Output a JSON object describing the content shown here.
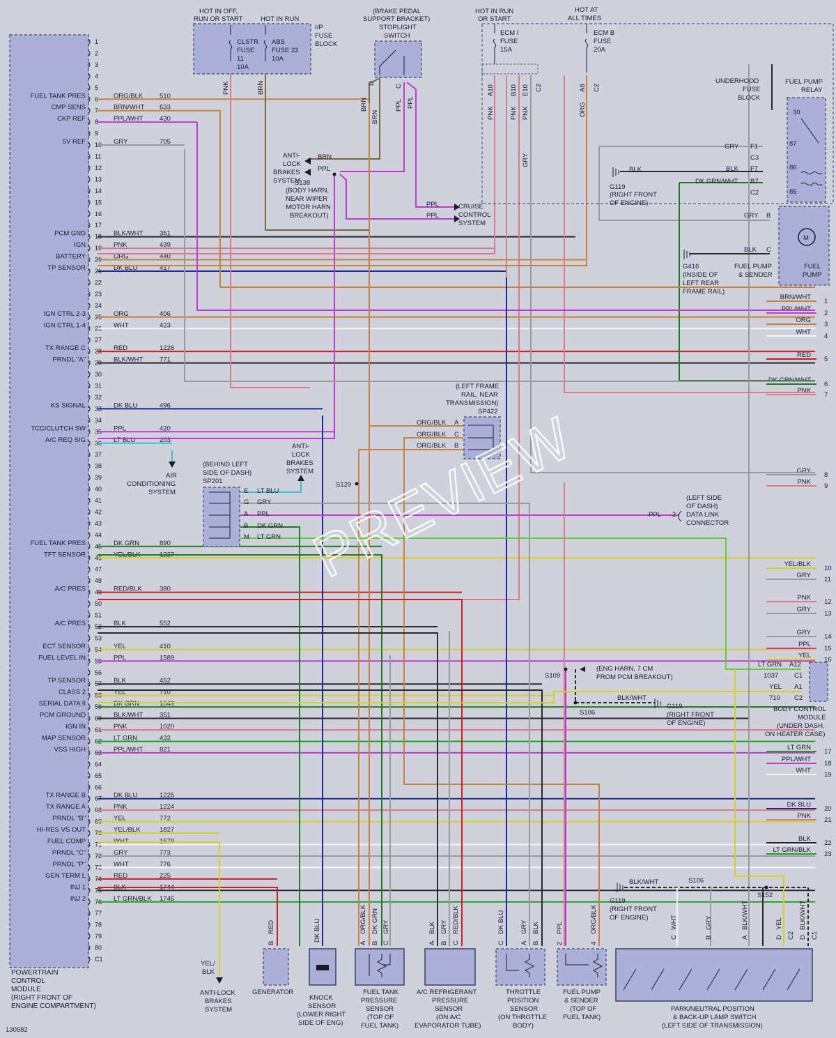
{
  "figure_id": "130582",
  "watermark": "PREVIEW",
  "colors": {
    "background": "#cfd1dc",
    "module_fill": "#aab0d8",
    "orange": "#c8823a",
    "brown": "#7a6a3a",
    "purple": "#c03ad0",
    "pink": "#d77a8a",
    "gray": "#9a9a9a",
    "black": "#2a2a2a",
    "dark_blue": "#1a2a8a",
    "light_blue": "#3ac0d0",
    "red": "#c82020",
    "yellow": "#d8d020",
    "green": "#20a020",
    "light_green": "#60d030",
    "dark_green": "#207a20",
    "white": "#f4f4f4"
  },
  "pcm": {
    "title_lines": [
      "POWERTRAIN",
      "CONTROL",
      "MODULE",
      "(RIGHT FRONT OF",
      "ENGINE COMPARTMENT)"
    ],
    "pin_numbers": [
      "1",
      "2",
      "3",
      "4",
      "5",
      "6",
      "7",
      "8",
      "9",
      "10",
      "11",
      "12",
      "13",
      "14",
      "15",
      "16",
      "17",
      "18",
      "19",
      "20",
      "21",
      "22",
      "23",
      "24",
      "25",
      "26",
      "27",
      "28",
      "29",
      "30",
      "31",
      "32",
      "33",
      "34",
      "35",
      "36",
      "37",
      "38",
      "39",
      "40",
      "41",
      "42",
      "43",
      "44",
      "45",
      "46",
      "47",
      "48",
      "49",
      "50",
      "51",
      "52",
      "53",
      "54",
      "55",
      "56",
      "57",
      "58",
      "59",
      "60",
      "61",
      "62",
      "63",
      "64",
      "65",
      "66",
      "67",
      "68",
      "69",
      "70",
      "71",
      "72",
      "73",
      "74",
      "75",
      "76",
      "77",
      "78",
      "79",
      "80",
      "C1"
    ],
    "pin_labels": [
      {
        "pin": 6,
        "text": "FUEL TANK PRES"
      },
      {
        "pin": 7,
        "text": "CMP SENS"
      },
      {
        "pin": 8,
        "text": "CKP REF"
      },
      {
        "pin": 10,
        "text": "5V REF"
      },
      {
        "pin": 18,
        "text": "PCM GND"
      },
      {
        "pin": 19,
        "text": "IGN"
      },
      {
        "pin": 20,
        "text": "BATTERY"
      },
      {
        "pin": 21,
        "text": "TP SENSOR"
      },
      {
        "pin": 25,
        "text": "IGN CTRL 2-3"
      },
      {
        "pin": 26,
        "text": "IGN CTRL 1-4"
      },
      {
        "pin": 28,
        "text": "TX RANGE C"
      },
      {
        "pin": 29,
        "text": "PRNDL \"A\""
      },
      {
        "pin": 33,
        "text": "KS SIGNAL"
      },
      {
        "pin": 35,
        "text": "TCC/CLUTCH SW"
      },
      {
        "pin": 36,
        "text": "A/C REQ SIG"
      },
      {
        "pin": 45,
        "text": "FUEL TANK PRES"
      },
      {
        "pin": 46,
        "text": "TFT SENSOR"
      },
      {
        "pin": 49,
        "text": "A/C PRES"
      },
      {
        "pin": 52,
        "text": "A/C PRES"
      },
      {
        "pin": 54,
        "text": "ECT SENSOR"
      },
      {
        "pin": 55,
        "text": "FUEL LEVEL IN"
      },
      {
        "pin": 57,
        "text": "TP SENSOR"
      },
      {
        "pin": 58,
        "text": "CLASS 2"
      },
      {
        "pin": 59,
        "text": "SERIAL DATA II"
      },
      {
        "pin": 60,
        "text": "PCM GROUND"
      },
      {
        "pin": 61,
        "text": "IGN IN"
      },
      {
        "pin": 62,
        "text": "MAP SENSOR"
      },
      {
        "pin": 63,
        "text": "VSS HIGH"
      },
      {
        "pin": 67,
        "text": "TX RANGE B"
      },
      {
        "pin": 68,
        "text": "TX RANGE A"
      },
      {
        "pin": 69,
        "text": "PRNDL \"B\""
      },
      {
        "pin": 70,
        "text": "HI-RES VS OUT"
      },
      {
        "pin": 71,
        "text": "FUEL COMP"
      },
      {
        "pin": 72,
        "text": "PRNDL \"C\""
      },
      {
        "pin": 73,
        "text": "PRNDL \"P\""
      },
      {
        "pin": 74,
        "text": "GEN TERM L"
      },
      {
        "pin": 75,
        "text": "INJ 1"
      },
      {
        "pin": 76,
        "text": "INJ 2"
      }
    ]
  },
  "wires": [
    {
      "pin": 6,
      "color_name": "ORG/BLK",
      "circuit": "510",
      "stroke": "orange"
    },
    {
      "pin": 7,
      "color_name": "BRN/WHT",
      "circuit": "633",
      "stroke": "orange"
    },
    {
      "pin": 8,
      "color_name": "PPL/WHT",
      "circuit": "430",
      "stroke": "purple"
    },
    {
      "pin": 10,
      "color_name": "GRY",
      "circuit": "705",
      "stroke": "gray"
    },
    {
      "pin": 18,
      "color_name": "BLK/WHT",
      "circuit": "351",
      "stroke": "black"
    },
    {
      "pin": 19,
      "color_name": "PNK",
      "circuit": "439",
      "stroke": "pink"
    },
    {
      "pin": 20,
      "color_name": "ORG",
      "circuit": "440",
      "stroke": "orange"
    },
    {
      "pin": 21,
      "color_name": "DK BLU",
      "circuit": "417",
      "stroke": "dark_blue"
    },
    {
      "pin": 25,
      "color_name": "ORG",
      "circuit": "406",
      "stroke": "orange"
    },
    {
      "pin": 26,
      "color_name": "WHT",
      "circuit": "423",
      "stroke": "white"
    },
    {
      "pin": 28,
      "color_name": "RED",
      "circuit": "1226",
      "stroke": "red"
    },
    {
      "pin": 29,
      "color_name": "BLK/WHT",
      "circuit": "771",
      "stroke": "black"
    },
    {
      "pin": 33,
      "color_name": "DK BLU",
      "circuit": "496",
      "stroke": "dark_blue"
    },
    {
      "pin": 35,
      "color_name": "PPL",
      "circuit": "420",
      "stroke": "purple"
    },
    {
      "pin": 36,
      "color_name": "LT BLU",
      "circuit": "203",
      "stroke": "light_blue"
    },
    {
      "pin": 45,
      "color_name": "DK GRN",
      "circuit": "890",
      "stroke": "dark_green"
    },
    {
      "pin": 46,
      "color_name": "YEL/BLK",
      "circuit": "1227",
      "stroke": "yellow"
    },
    {
      "pin": 49,
      "color_name": "RED/BLK",
      "circuit": "380",
      "stroke": "red"
    },
    {
      "pin": 52,
      "color_name": "BLK",
      "circuit": "552",
      "stroke": "black"
    },
    {
      "pin": 54,
      "color_name": "YEL",
      "circuit": "410",
      "stroke": "yellow"
    },
    {
      "pin": 55,
      "color_name": "PPL",
      "circuit": "1589",
      "stroke": "purple"
    },
    {
      "pin": 57,
      "color_name": "BLK",
      "circuit": "452",
      "stroke": "black"
    },
    {
      "pin": 58,
      "color_name": "YEL",
      "circuit": "710",
      "stroke": "yellow"
    },
    {
      "pin": 59,
      "color_name": "DK GRN",
      "circuit": "1049",
      "stroke": "dark_green"
    },
    {
      "pin": 60,
      "color_name": "BLK/WHT",
      "circuit": "351",
      "stroke": "black"
    },
    {
      "pin": 61,
      "color_name": "PNK",
      "circuit": "1020",
      "stroke": "pink"
    },
    {
      "pin": 62,
      "color_name": "LT GRN",
      "circuit": "432",
      "stroke": "green"
    },
    {
      "pin": 63,
      "color_name": "PPL/WHT",
      "circuit": "821",
      "stroke": "purple"
    },
    {
      "pin": 67,
      "color_name": "DK BLU",
      "circuit": "1225",
      "stroke": "dark_blue"
    },
    {
      "pin": 68,
      "color_name": "PNK",
      "circuit": "1224",
      "stroke": "pink"
    },
    {
      "pin": 69,
      "color_name": "YEL",
      "circuit": "772",
      "stroke": "yellow"
    },
    {
      "pin": 70,
      "color_name": "YEL/BLK",
      "circuit": "1827",
      "stroke": "yellow"
    },
    {
      "pin": 71,
      "color_name": "WHT",
      "circuit": "1579",
      "stroke": "white"
    },
    {
      "pin": 72,
      "color_name": "GRY",
      "circuit": "773",
      "stroke": "gray"
    },
    {
      "pin": 73,
      "color_name": "WHT",
      "circuit": "776",
      "stroke": "white"
    },
    {
      "pin": 74,
      "color_name": "RED",
      "circuit": "225",
      "stroke": "red"
    },
    {
      "pin": 75,
      "color_name": "BLK",
      "circuit": "1744",
      "stroke": "black"
    },
    {
      "pin": 76,
      "color_name": "LT GRN/BLK",
      "circuit": "1745",
      "stroke": "green"
    }
  ],
  "right_outputs": [
    {
      "num": "1",
      "label": "BRN/WHT",
      "stroke": "orange"
    },
    {
      "num": "2",
      "label": "PPL/WHT",
      "stroke": "purple"
    },
    {
      "num": "3",
      "label": "ORG",
      "stroke": "orange"
    },
    {
      "num": "4",
      "label": "WHT",
      "stroke": "white"
    },
    {
      "num": "5",
      "label": "RED",
      "stroke": "red"
    },
    {
      "num": "6",
      "label": "DK GRN/WHT",
      "stroke": "dark_green"
    },
    {
      "num": "7",
      "label": "PNK",
      "stroke": "pink"
    },
    {
      "num": "8",
      "label": "GRY",
      "stroke": "gray"
    },
    {
      "num": "9",
      "label": "PNK",
      "stroke": "pink"
    },
    {
      "num": "10",
      "label": "YEL/BLK",
      "stroke": "yellow"
    },
    {
      "num": "11",
      "label": "GRY",
      "stroke": "gray"
    },
    {
      "num": "12",
      "label": "PNK",
      "stroke": "pink"
    },
    {
      "num": "13",
      "label": "GRY",
      "stroke": "gray"
    },
    {
      "num": "14",
      "label": "GRY",
      "stroke": "gray"
    },
    {
      "num": "15",
      "label": "PPL",
      "stroke": "purple"
    },
    {
      "num": "16",
      "label": "YEL",
      "stroke": "yellow"
    },
    {
      "num": "17",
      "label": "LT GRN",
      "stroke": "green"
    },
    {
      "num": "18",
      "label": "PPL/WHT",
      "stroke": "purple"
    },
    {
      "num": "19",
      "label": "WHT",
      "stroke": "white"
    },
    {
      "num": "20",
      "label": "DK BLU",
      "stroke": "dark_blue"
    },
    {
      "num": "21",
      "label": "PNK",
      "stroke": "pink"
    },
    {
      "num": "22",
      "label": "BLK",
      "stroke": "black"
    },
    {
      "num": "23",
      "label": "LT GRN/BLK",
      "stroke": "green"
    }
  ],
  "top": {
    "hot_in_off_run_start": [
      "HOT IN OFF,",
      "RUN OR START"
    ],
    "hot_in_run": "HOT IN RUN",
    "ip_fuse_block": [
      "I/P",
      "FUSE",
      "BLOCK"
    ],
    "clstr_fuse": [
      "CLSTR",
      "FUSE",
      "11",
      "10A"
    ],
    "abs_fuse": [
      "ABS",
      "FUSE 22",
      "10A"
    ],
    "wire_pnk": "PNK",
    "wire_brn": "BRN",
    "stoplight_title": [
      "(BRAKE PEDAL",
      "SUPPORT BRACKET)",
      "STOPLIGHT",
      "SWITCH"
    ],
    "stoplight_pins": [
      "D",
      "C"
    ],
    "stoplight_wires": [
      "BRN",
      "BRN",
      "PPL",
      "PPL"
    ],
    "hot_in_run_or_start": [
      "HOT IN RUN",
      "OR START"
    ],
    "hot_at_all_times": [
      "HOT AT",
      "ALL TIMES"
    ],
    "ecm_i_fuse": [
      "ECM I",
      "FUSE",
      "15A"
    ],
    "ecm_b_fuse": [
      "ECM B",
      "FUSE",
      "20A"
    ],
    "underhood_pins": [
      "A10",
      "B10",
      "E10",
      "C2",
      "A8",
      "C2"
    ],
    "underhood_wires": [
      "PNK",
      "PNK",
      "PNK",
      "GRY",
      "ORG"
    ],
    "underhood_fuse_block": [
      "UNDERHOOD",
      "FUSE",
      "BLOCK"
    ],
    "antilock_1": [
      "ANTI-",
      "LOCK",
      "BRAKES",
      "SYSTEM"
    ],
    "antilock_wires": [
      "BRN",
      "PPL"
    ],
    "s138": [
      "S138",
      "(BODY HARN,",
      "NEAR WIPER",
      "MOTOR HARN",
      "BREAKOUT)"
    ],
    "cruise_wires": [
      "PPL",
      "PPL"
    ],
    "cruise": [
      "CRUISE",
      "CONTROL",
      "SYSTEM"
    ],
    "fuel_pump_relay": [
      "FUEL PUMP",
      "RELAY"
    ],
    "relay_pins": [
      "30",
      "87",
      "86",
      "85"
    ],
    "relay_conn": [
      {
        "wire": "GRY",
        "pin": "F1"
      },
      {
        "wire": "",
        "pin": "C3"
      },
      {
        "wire": "BLK",
        "pin": "F7"
      },
      {
        "wire": "DK GRN/WHT",
        "pin": "B7"
      },
      {
        "wire": "",
        "pin": "C2"
      }
    ],
    "g119_top": [
      "G119",
      "(RIGHT FRONT",
      "OF ENGINE)"
    ],
    "g119_blk": "BLK",
    "fuel_pump_gry": "GRY",
    "fuel_pump_b": "B",
    "g416_blk": "BLK",
    "g416_c": "C",
    "g416": [
      "G416",
      "(INSIDE OF",
      "LEFT REAR",
      "FRAME RAIL)"
    ],
    "fuel_pump_sender": [
      "FUEL PUMP",
      "& SENDER"
    ],
    "fuel_pump": [
      "FUEL",
      "PUMP"
    ],
    "motor_symbol": "M"
  },
  "middle": {
    "sp422": [
      "(LEFT FRAME",
      "RAIL, NEAR",
      "TRANSMISSION)",
      "SP422"
    ],
    "sp422_wires": [
      {
        "wire": "ORG/BLK",
        "pin": "A"
      },
      {
        "wire": "ORG/BLK",
        "pin": "C"
      },
      {
        "wire": "ORG/BLK",
        "pin": "B"
      }
    ],
    "antilock_2": [
      "ANTI-",
      "LOCK",
      "BRAKES",
      "SYSTEM"
    ],
    "air_cond": [
      "AIR",
      "CONDITIONING",
      "SYSTEM"
    ],
    "sp201": [
      "(BEHIND LEFT",
      "SIDE OF DASH)",
      "SP201"
    ],
    "sp201_wires": [
      {
        "pin": "E",
        "wire": "LT BLU"
      },
      {
        "pin": "G",
        "wire": "GRY"
      },
      {
        "pin": "A",
        "wire": "PPL"
      },
      {
        "pin": "B",
        "wire": "DK GRN"
      },
      {
        "pin": "M",
        "wire": "LT GRN"
      }
    ],
    "s129": "S129",
    "dlc_wire": "PPL",
    "dlc_pin": "2",
    "dlc": [
      "(LEFT SIDE",
      "OF DASH)",
      "DATA LINK",
      "CONNECTOR"
    ],
    "s109": "S109",
    "s109_note": [
      "(ENG HARN, 7 CM",
      "FROM PCM BREAKOUT)"
    ],
    "s106": "S106",
    "g119_mid_wire": "BLK/WHT",
    "g119_mid": [
      "G119",
      "(RIGHT FRONT",
      "OF ENGINE)"
    ],
    "bcm_rows": [
      {
        "wire": "LT GRN",
        "pin": "A12",
        "circuit": "1037",
        "conn": "C1"
      },
      {
        "wire": "YEL",
        "pin": "A1",
        "circuit": "710",
        "conn": "C2"
      }
    ],
    "bcm": [
      "BODY CONTROL",
      "MODULE",
      "(UNDER DASH,",
      "ON HEATER CASE)"
    ]
  },
  "bottom": {
    "antilock_3": [
      "YEL/",
      "BLK",
      "ANTI-LOCK",
      "BRAKES",
      "SYSTEM"
    ],
    "generator": {
      "wire": "RED",
      "pin": "B",
      "label": [
        "GENERATOR"
      ]
    },
    "knock": {
      "wire": "DK BLU",
      "label": [
        "KNOCK",
        "SENSOR",
        "(LOWER RIGHT",
        "SIDE OF ENG)"
      ]
    },
    "fuel_tank": {
      "wires": [
        "ORG/BLK",
        "DK GRN",
        "GRY"
      ],
      "pins": [
        "A",
        "B",
        "C"
      ],
      "label": [
        "FUEL TANK",
        "PRESSURE",
        "SENSOR",
        "(TOP OF",
        "FUEL TANK)"
      ]
    },
    "ac_ref": {
      "wires": [
        "BLK",
        "GRY",
        "RED/BLK"
      ],
      "pins": [
        "A",
        "B",
        "C"
      ],
      "label": [
        "A/C REFRIGERANT",
        "PRESSURE",
        "SENSOR",
        "(ON A/C",
        "EVAPORATOR TUBE)"
      ]
    },
    "throttle": {
      "wires": [
        "DK BLU",
        "GRY",
        "BLK"
      ],
      "pins": [
        "C",
        "A",
        "B"
      ],
      "label": [
        "THROTTLE",
        "POSITION",
        "SENSOR",
        "(ON THROTTLE",
        "BODY)"
      ]
    },
    "fuel_pump_sender": {
      "wires": [
        "PPL",
        "ORG/BLK"
      ],
      "pins": [
        "2",
        "4"
      ],
      "label": [
        "FUEL PUMP",
        "& SENDER",
        "(TOP OF",
        "FUEL TANK)"
      ]
    },
    "g119_bottom_wire": "BLK/WHT",
    "s106_b": "S106",
    "s152": "S152",
    "g119_bottom": [
      "G119",
      "(RIGHT FRONT",
      "OF ENGINE)"
    ],
    "pnp_wires": [
      {
        "wire": "WHT",
        "pin": "C"
      },
      {
        "wire": "GRY",
        "pin": "B"
      },
      {
        "wire": "BLK/WHT",
        "pin": "A"
      },
      {
        "wire": "YEL",
        "pin": "D"
      },
      {
        "wire": "BLK/WHT",
        "pin": "D"
      }
    ],
    "pnp_conn": [
      "C2",
      "C1"
    ],
    "pnp": [
      "PARK/NEUTRAL POSITION",
      "& BACK-UP LAMP SWITCH",
      "(LEFT SIDE OF TRANSMISSION)"
    ]
  }
}
